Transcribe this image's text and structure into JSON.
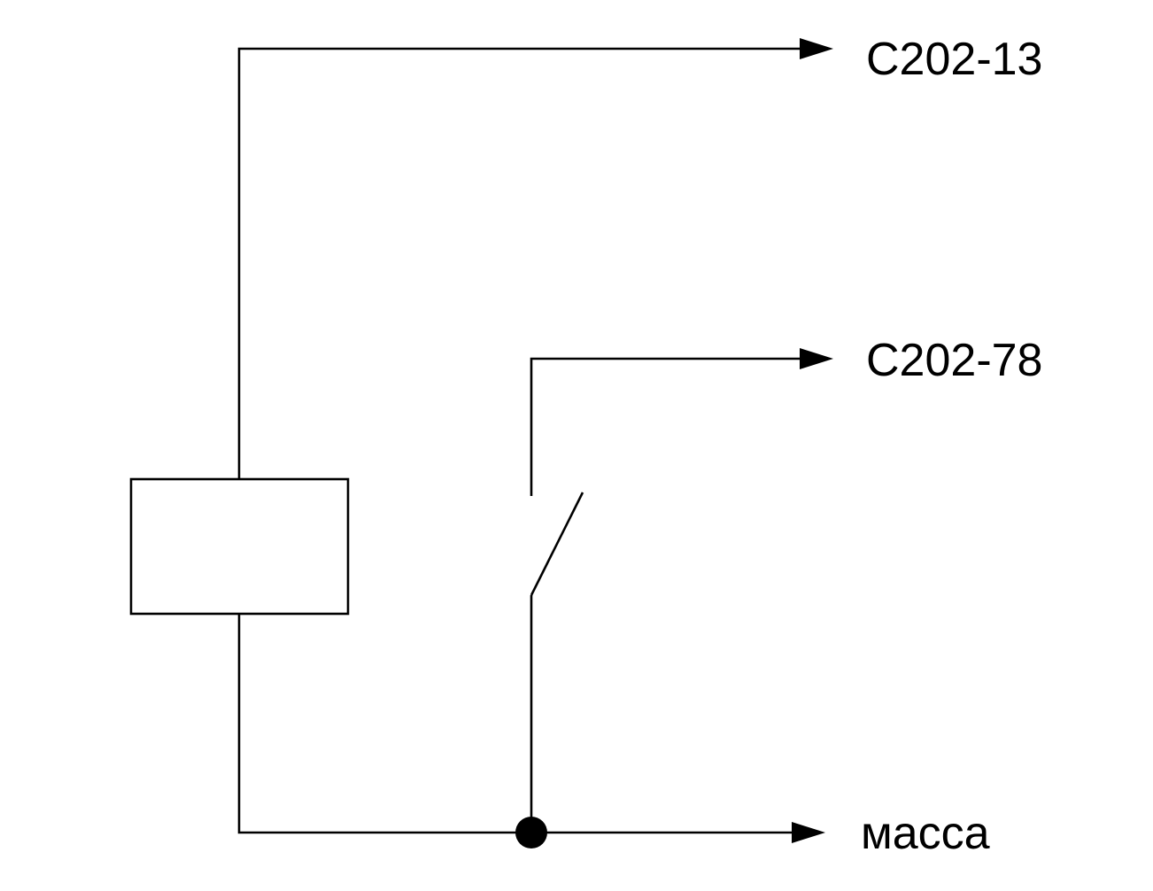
{
  "diagram": {
    "title": "relay-switch-wiring-schematic",
    "labels": {
      "top_connector": "C202-13",
      "middle_connector": "C202-78",
      "ground": "масса"
    },
    "colors": {
      "line": "#000000",
      "background": "#ffffff",
      "box_fill": "#ffffff"
    }
  }
}
